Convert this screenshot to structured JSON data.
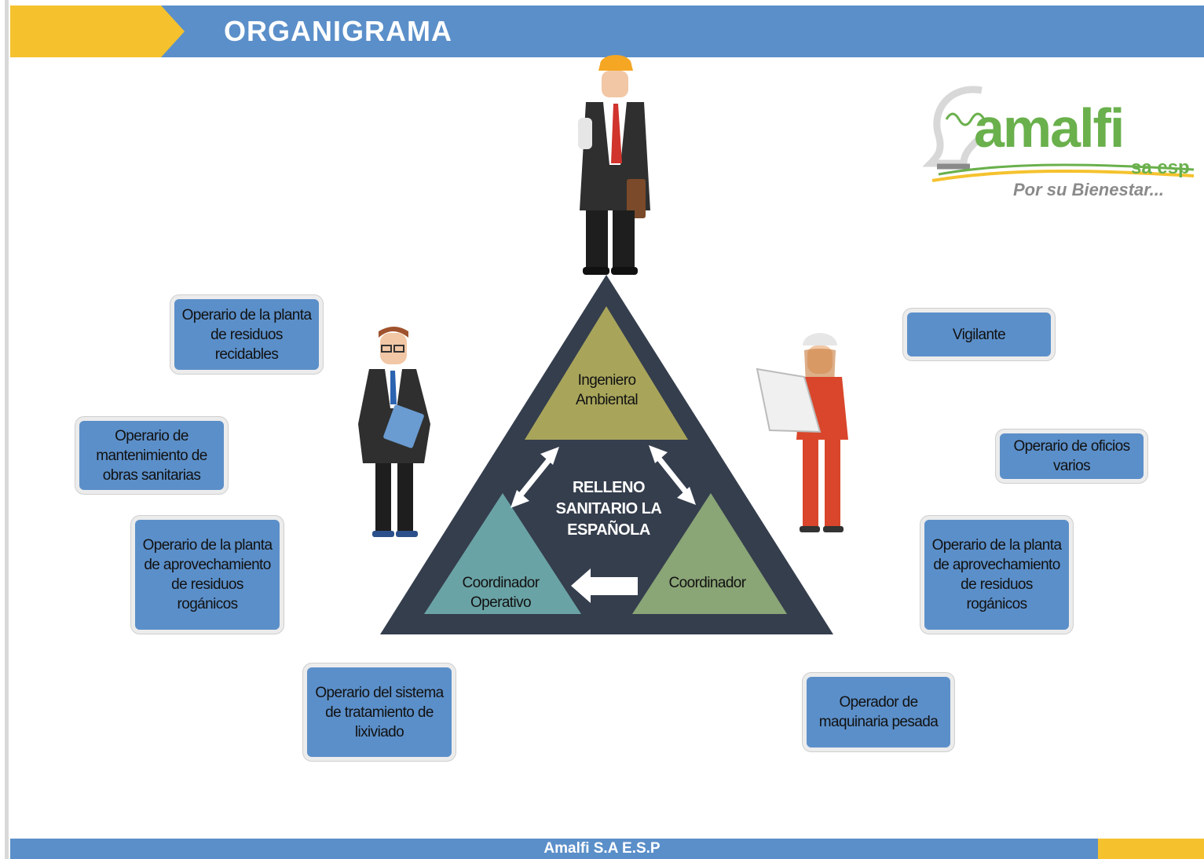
{
  "header": {
    "title": "ORGANIGRAMA"
  },
  "logo": {
    "word": "amalfi",
    "sub": "sa esp",
    "slogan": "Por su Bienestar..."
  },
  "center": {
    "title": "RELLENO SANITARIO LA ESPAÑOLA"
  },
  "triangles": {
    "top": "Ingeniero Ambiental",
    "left": "Coordinador Operativo",
    "right": "Coordinador"
  },
  "boxes": {
    "reciclables": "Operario de la planta de residuos recidables",
    "mantenimiento": "Operario de mantenimiento de obras sanitarias",
    "aprovechamiento_left": "Operario de la planta de aprovechamiento de residuos rogánicos",
    "lixiviado": "Operario del sistema de tratamiento de lixiviado",
    "vigilante": "Vigilante",
    "oficios": "Operario de oficios varios",
    "aprovechamiento_right": "Operario de la planta de aprovechamiento de residuos rogánicos",
    "maquinaria": "Operador de maquinaria pesada"
  },
  "footer": {
    "text": "Amalfi S.A E.S.P"
  },
  "colors": {
    "header_blue": "#5b8fc9",
    "accent_yellow": "#f5c22e",
    "pyramid_dark": "#353e4d",
    "tri_olive": "#a8a55b",
    "tri_teal": "#6aa3a6",
    "tri_green": "#8aa576"
  },
  "icons": [
    "businessman-engineer-icon",
    "businessman-glasses-icon",
    "businesswoman-engineer-icon",
    "lightbulb-logo-icon"
  ]
}
